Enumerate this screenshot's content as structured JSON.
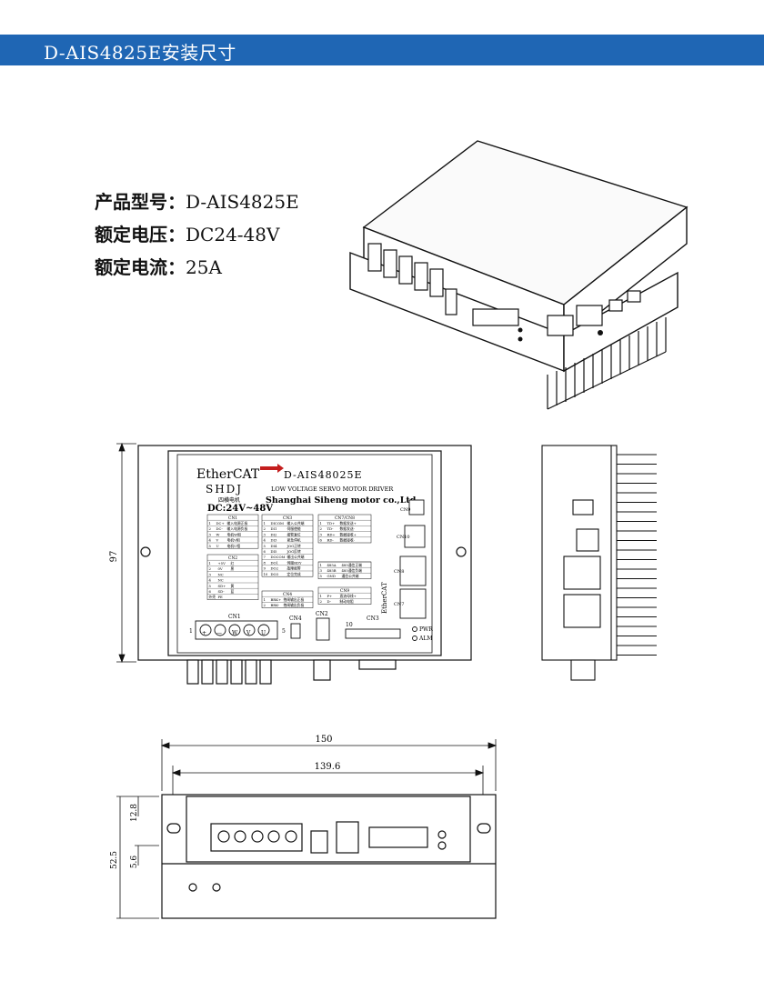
{
  "header": {
    "title": "D-AIS4825E安装尺寸"
  },
  "specs": [
    {
      "label": "产品型号：",
      "value": "D-AIS4825E"
    },
    {
      "label": "额定电压：",
      "value": "DC24-48V"
    },
    {
      "label": "额定电流：",
      "value": "25A"
    }
  ],
  "front_panel": {
    "brand": "EtherCAT",
    "logo": "SHDJ",
    "logo_cn": "四横电机",
    "model": "D-AIS48025E",
    "subtitle": "LOW VOLTAGE SERVO MOTOR DRIVER",
    "company": "Shanghai Siheng motor co.,Ltd.",
    "voltage": "DC:24V~48V",
    "cn1_title": "CN1",
    "cn1_rows": [
      [
        "1",
        "DC+",
        "输入电源正极"
      ],
      [
        "2",
        "DC-",
        "输入电源负极"
      ],
      [
        "3",
        "W",
        "电机W相"
      ],
      [
        "4",
        "V",
        "电机V相"
      ],
      [
        "5",
        "U",
        "电机U相"
      ]
    ],
    "cn2_title": "CN2",
    "cn2_rows": [
      [
        "1",
        "+5V",
        "红"
      ],
      [
        "2",
        "0V",
        "黑"
      ],
      [
        "3",
        "NC",
        ""
      ],
      [
        "4",
        "NC",
        ""
      ],
      [
        "5",
        "SD+",
        "黄"
      ],
      [
        "6",
        "SD-",
        "蓝"
      ],
      [
        "外壳",
        "PE",
        ""
      ]
    ],
    "cn3_title": "CN3",
    "cn3_rows": [
      [
        "1",
        "DICOM",
        "输入公共端"
      ],
      [
        "2",
        "DI1",
        "伺服使能"
      ],
      [
        "3",
        "DI2",
        "报警复位"
      ],
      [
        "4",
        "DI3",
        "紧急停机"
      ],
      [
        "5",
        "DI4",
        "JOG正转"
      ],
      [
        "6",
        "DI5",
        "JOG反转"
      ],
      [
        "7",
        "DOCOM",
        "输出公共端"
      ],
      [
        "8",
        "DO1",
        "伺服RDY"
      ],
      [
        "9",
        "DO2",
        "故障报警"
      ],
      [
        "10",
        "DO3",
        "定位完成"
      ]
    ],
    "cn78_title": "CN7/CN8",
    "cn78_rows": [
      [
        "1",
        "TD+",
        "数据发送+"
      ],
      [
        "2",
        "TD-",
        "数据发送-"
      ],
      [
        "3",
        "RD+",
        "数据接收+"
      ],
      [
        "6",
        "RD-",
        "数据接收-"
      ]
    ],
    "cn4_title": "CN4",
    "cn4_rows": [
      [
        "1",
        "BRK+",
        "抱闸输出正极"
      ],
      [
        "2",
        "BRK-",
        "抱闸输出负极"
      ]
    ],
    "cn9_title": "CN9",
    "cn9_rows": [
      [
        "1",
        "P+",
        "直流母线+"
      ],
      [
        "2",
        "D-",
        "制动电阻"
      ]
    ],
    "cn5_rows": [
      [
        "1",
        "485A",
        "485通信正端"
      ],
      [
        "3",
        "485B",
        "485通信负端"
      ],
      [
        "5",
        "GND",
        "通信公共端"
      ]
    ],
    "bottom_labels": {
      "cn1": "CN1",
      "cn4": "CN4",
      "cn2": "CN2",
      "cn3": "CN3",
      "pin1": "1",
      "pin5": "5",
      "pin10": "10",
      "pwr": "PWR",
      "alm": "ALM"
    },
    "terminal_symbols": [
      "+",
      "—",
      "W",
      "V",
      "U"
    ],
    "side_labels": {
      "cn9": "CN9",
      "cn10": "CN10",
      "cn8": "CN8",
      "cn7": "CN7",
      "ethercat": "EtherCAT"
    }
  },
  "dimensions": {
    "height_front": "97",
    "width_total": "150",
    "width_inner": "139.6",
    "height_bottom": "52.5",
    "slot_top": "12.8",
    "slot_size": "5.6"
  }
}
